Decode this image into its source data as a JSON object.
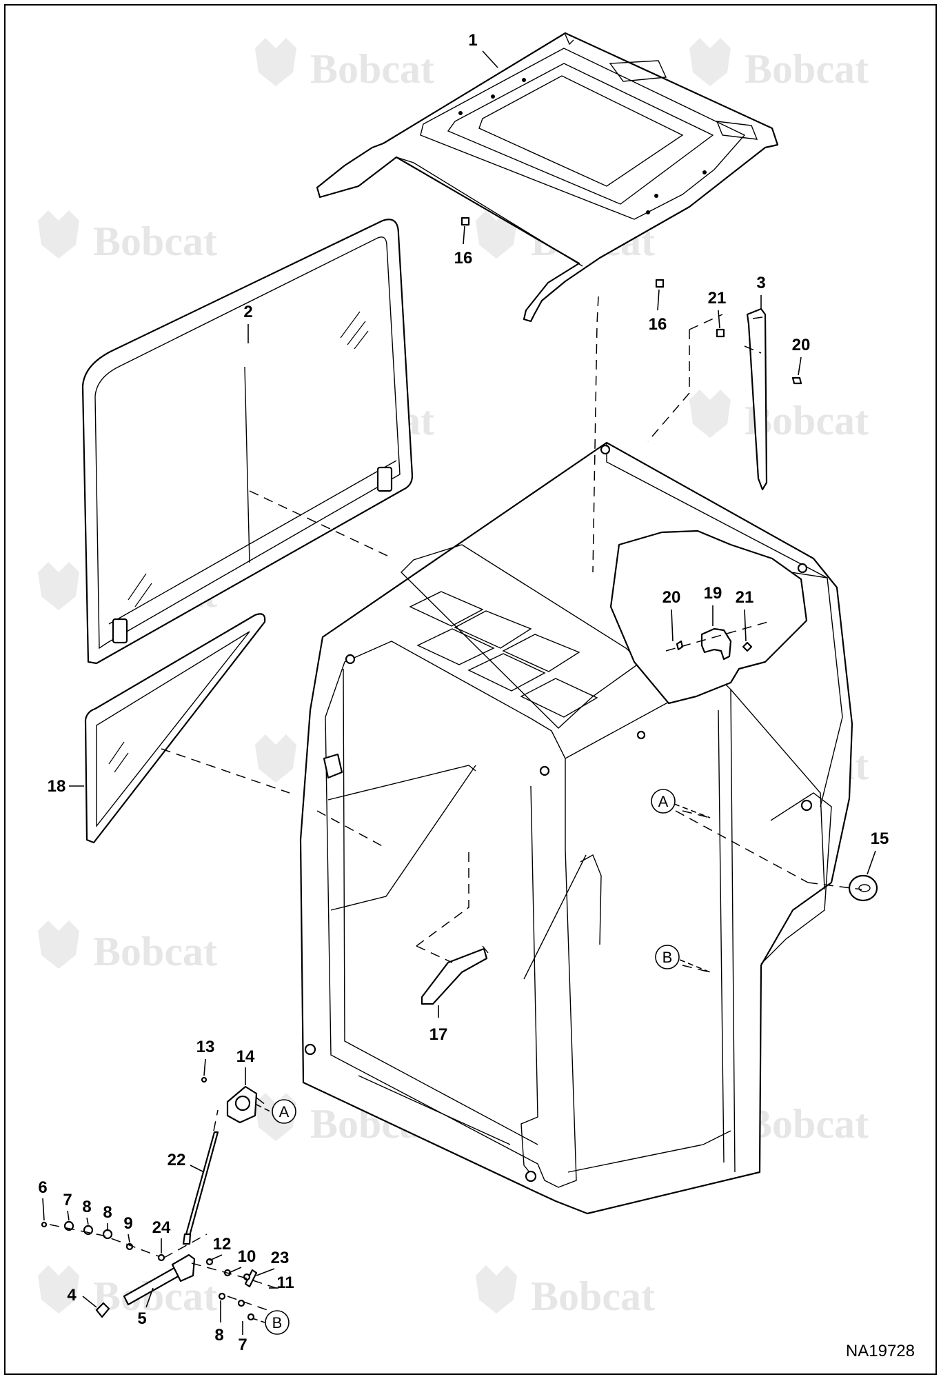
{
  "watermark": {
    "text": "Bobcat"
  },
  "drawing_id": "NA19728",
  "callouts": [
    "1",
    "2",
    "3",
    "4",
    "5",
    "6",
    "7",
    "8",
    "9",
    "10",
    "11",
    "12",
    "13",
    "14",
    "15",
    "16",
    "17",
    "18",
    "19",
    "20",
    "21",
    "22",
    "23",
    "24"
  ],
  "reference_letters": [
    "A",
    "B"
  ],
  "icons": [
    "bobcat-logo-icon"
  ]
}
